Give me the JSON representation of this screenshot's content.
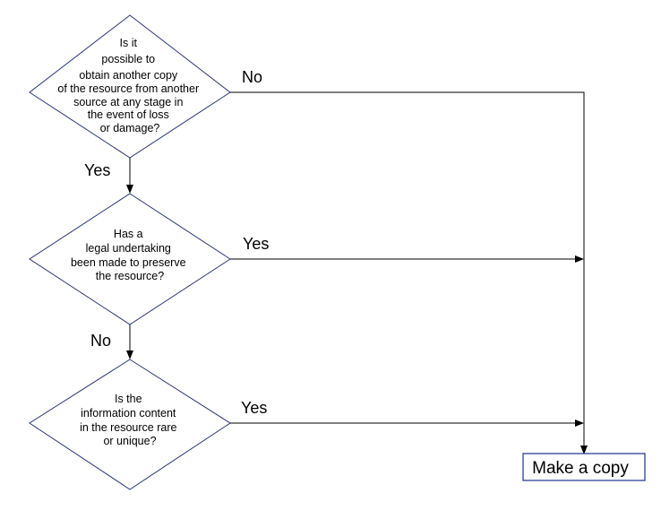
{
  "decisions": [
    {
      "id": "q1",
      "lines": [
        "Is it",
        "possible to",
        "obtain another copy",
        "of the resource from another",
        "source at any stage in",
        "the event of loss",
        "or damage?"
      ]
    },
    {
      "id": "q2",
      "lines": [
        "Has a",
        "legal undertaking",
        "been made to preserve",
        "the resource?"
      ]
    },
    {
      "id": "q3",
      "lines": [
        "Is the",
        "information content",
        "in the resource rare",
        "or unique?"
      ]
    }
  ],
  "edges": {
    "q1_down": "Yes",
    "q1_right": "No",
    "q2_down": "No",
    "q2_right": "Yes",
    "q3_right": "Yes"
  },
  "action": {
    "label": "Make a copy",
    "border_color": "#1f2f8f"
  },
  "colors": {
    "stroke": "#2a3470",
    "arrow": "#000000"
  }
}
